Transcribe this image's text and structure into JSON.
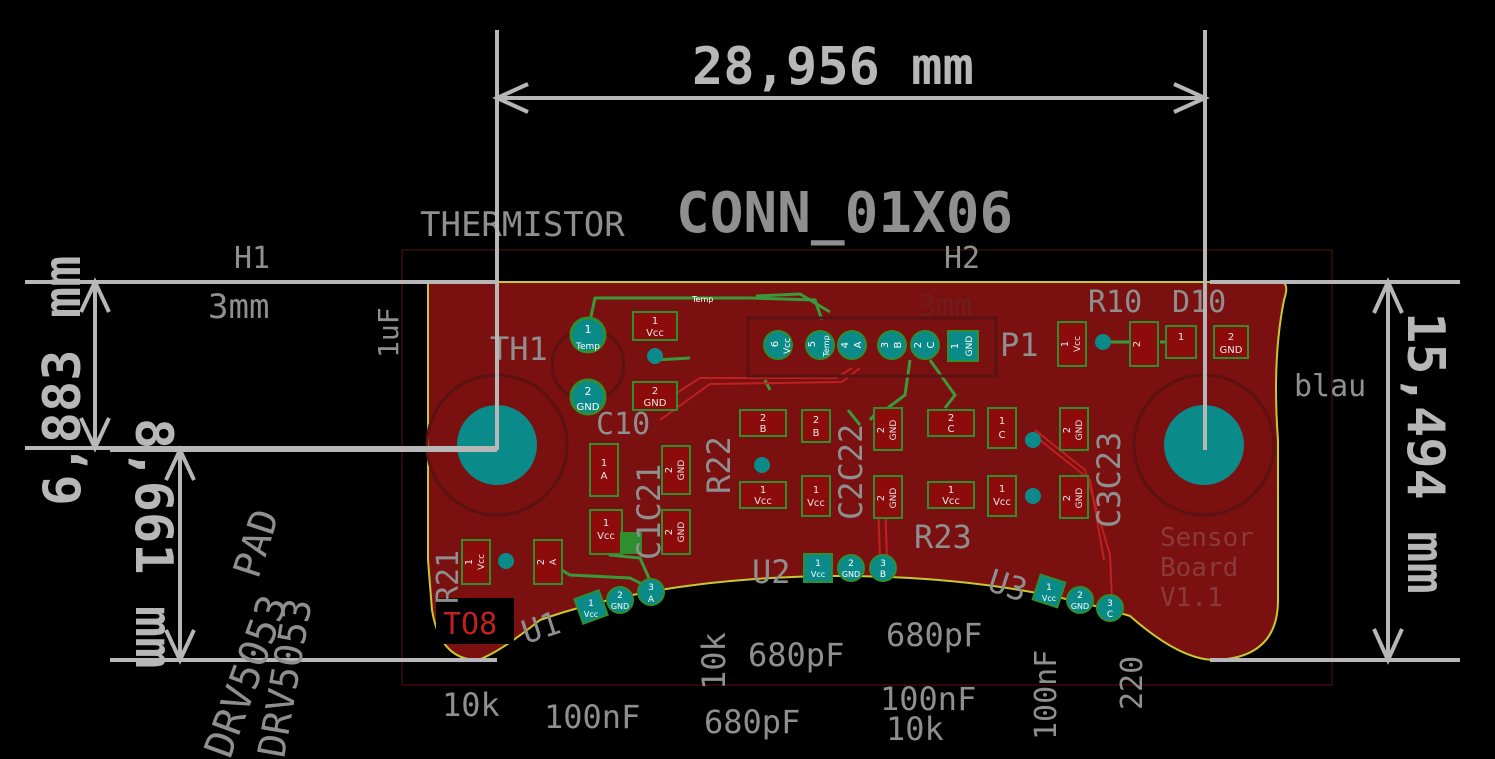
{
  "colors": {
    "background": "#000000",
    "copper": "#7a1010",
    "pad": "#8e0b0b",
    "pad_outline": "#2f8f2f",
    "via": "#0b8a8a",
    "dimension": "#b7b7b7",
    "silkscreen": "#8f8f8f",
    "edge_cuts": "#c8c832",
    "courtyard": "#6a1a1a"
  },
  "dimensions": {
    "width": "28,956 mm",
    "height_right": "15,494 mm",
    "left_upper": "6,883 mm",
    "left_lower": "8,661 mm"
  },
  "labels": {
    "conn": "CONN_01X06",
    "thermistor": "THERMISTOR",
    "h1": "H1",
    "h1_size": "3mm",
    "h2": "H2",
    "h2_size": "3mm",
    "cap_1uf": "1uF",
    "th1": "TH1",
    "p1": "P1",
    "r10": "R10",
    "d10": "D10",
    "blau": "blau",
    "c10": "C10",
    "r22": "R22",
    "c2c22": "C2C22",
    "c3c23": "C3C23",
    "c1c21": "C1C21",
    "r23": "R23",
    "r21": "R21",
    "u1": "U1",
    "u2": "U2",
    "u3": "U3",
    "to8": "TO8",
    "sensor_l1": "Sensor",
    "sensor_l2": "Board",
    "sensor_l3": "V1.1",
    "drv_a": "DRV5053",
    "drv_b": "DRV5053",
    "pad_text": "PAD",
    "trace_temp": "Temp"
  },
  "values": {
    "v_10k_a": "10k",
    "v_100nf_a": "100nF",
    "v_10k_b": "10k",
    "v_680pf_a": "680pF",
    "v_680pf_b": "680pF",
    "v_680pf_c": "680pF",
    "v_100nf_b": "100nF",
    "v_10k_c": "10k",
    "v_100nf_c": "100nF",
    "v_220": "220"
  },
  "pads": {
    "vcc": "Vcc",
    "gnd": "GND",
    "temp": "Temp",
    "a": "A",
    "b": "B",
    "c": "C",
    "n1": "1",
    "n2": "2",
    "n3": "3",
    "n4": "4",
    "n5": "5",
    "n6": "6"
  }
}
